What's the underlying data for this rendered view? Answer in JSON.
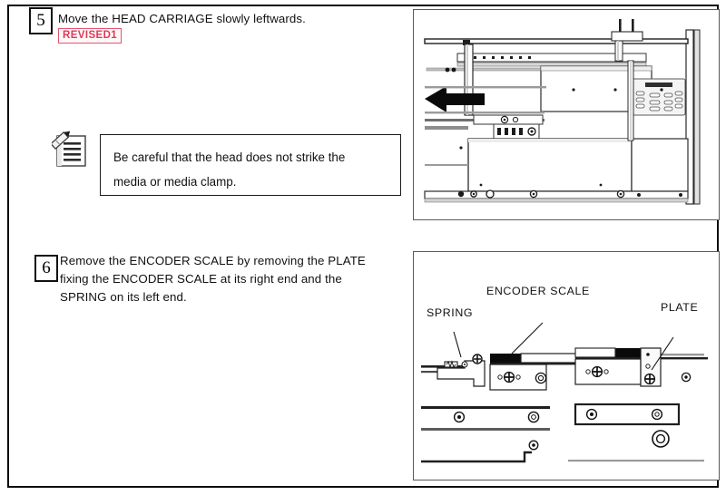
{
  "document": {
    "type": "service-manual-procedure-page"
  },
  "steps": [
    {
      "number": "5",
      "text": "Move the HEAD CARRIAGE slowly leftwards.",
      "badge": "REVISED1",
      "badge_color": "#e03a5a",
      "badge_border_color": "#e2566f"
    },
    {
      "number": "6",
      "line1": "Remove the ENCODER SCALE by removing the PLATE",
      "line2": "fixing the ENCODER SCALE at its right end and the",
      "line3": "SPRING on its left end."
    }
  ],
  "note": {
    "icon": "note-memo-pencil-icon",
    "line1": "Be careful that the head does not strike the",
    "line2": "media or media clamp."
  },
  "figures": {
    "upper": {
      "name": "head-carriage-printer-front-view",
      "arrow_direction": "left",
      "arrow_label": "carriage-move-direction-arrow",
      "control_panel": "printer-operation-panel"
    },
    "lower": {
      "name": "encoder-scale-removal-detail",
      "labels": [
        {
          "text": "SPRING",
          "target": "spring-left-end"
        },
        {
          "text": "ENCODER SCALE",
          "target": "encoder-scale-strip"
        },
        {
          "text": "PLATE",
          "target": "plate-right-end"
        }
      ]
    }
  }
}
